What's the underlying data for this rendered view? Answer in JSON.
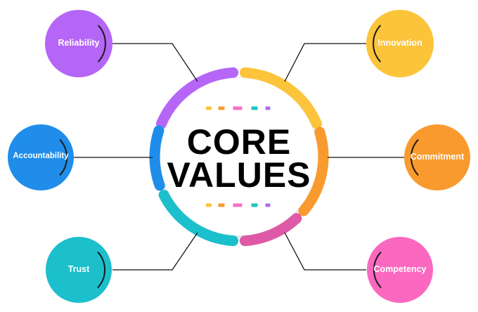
{
  "title": {
    "line1": "CORE",
    "line2": "VALUES"
  },
  "center_ring": {
    "arc_colors": [
      "#b566f7",
      "#fbc43a",
      "#f99a2e",
      "#de5aa6",
      "#1cbfcc",
      "#1f8de9"
    ],
    "dash_colors": [
      "#fbc43a",
      "#f99a2e",
      "#f472c2",
      "#19c6c2",
      "#a86df5"
    ]
  },
  "values": [
    {
      "id": "reliability",
      "label": "Reliability",
      "color": "#b566f7",
      "side": "left"
    },
    {
      "id": "accountability",
      "label": "Accountability",
      "color": "#1f8de9",
      "side": "left"
    },
    {
      "id": "trust",
      "label": "Trust",
      "color": "#1cbfcc",
      "side": "left"
    },
    {
      "id": "innovation",
      "label": "Innovation",
      "color": "#fbc43a",
      "side": "right"
    },
    {
      "id": "commitment",
      "label": "Commitment",
      "color": "#f99a2e",
      "side": "right"
    },
    {
      "id": "competency",
      "label": "Competency",
      "color": "#fb68c0",
      "side": "right"
    }
  ]
}
